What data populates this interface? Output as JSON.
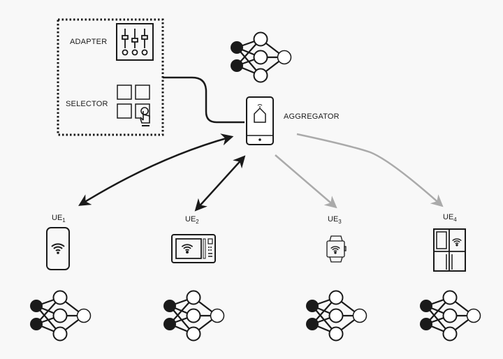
{
  "labels": {
    "adapter": "ADAPTER",
    "selector": "SELECTOR",
    "aggregator": "AGGREGATOR"
  },
  "devices": [
    {
      "name": "UE",
      "sub": "1",
      "icon": "phone-wifi-icon"
    },
    {
      "name": "UE",
      "sub": "2",
      "icon": "microwave-icon"
    },
    {
      "name": "UE",
      "sub": "3",
      "icon": "smartwatch-icon"
    },
    {
      "name": "UE",
      "sub": "4",
      "icon": "refrigerator-icon"
    }
  ],
  "colors": {
    "ink": "#1a1a1a",
    "gray_arrow": "#aaaaaa",
    "background": "#f8f8f8"
  }
}
